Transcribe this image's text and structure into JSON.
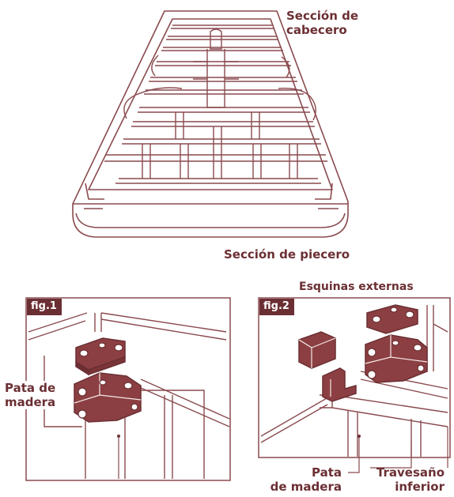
{
  "colors": {
    "line": "#8a4a4e",
    "fill": "#8c3f42",
    "dark": "#6b2f33",
    "background": "#ffffff"
  },
  "top_diagram": {
    "headboard_label": [
      "Sección de",
      "cabecero"
    ],
    "footboard_label": "Sección de piecero"
  },
  "fig1": {
    "tag": "fig.1",
    "leg_label": [
      "Pata de",
      "madera"
    ]
  },
  "fig2": {
    "tag": "fig.2",
    "outer_corners_label": "Esquinas externas",
    "leg_label": [
      "Pata",
      "de madera"
    ],
    "rail_label": [
      "Travesaño",
      "inferior"
    ]
  }
}
